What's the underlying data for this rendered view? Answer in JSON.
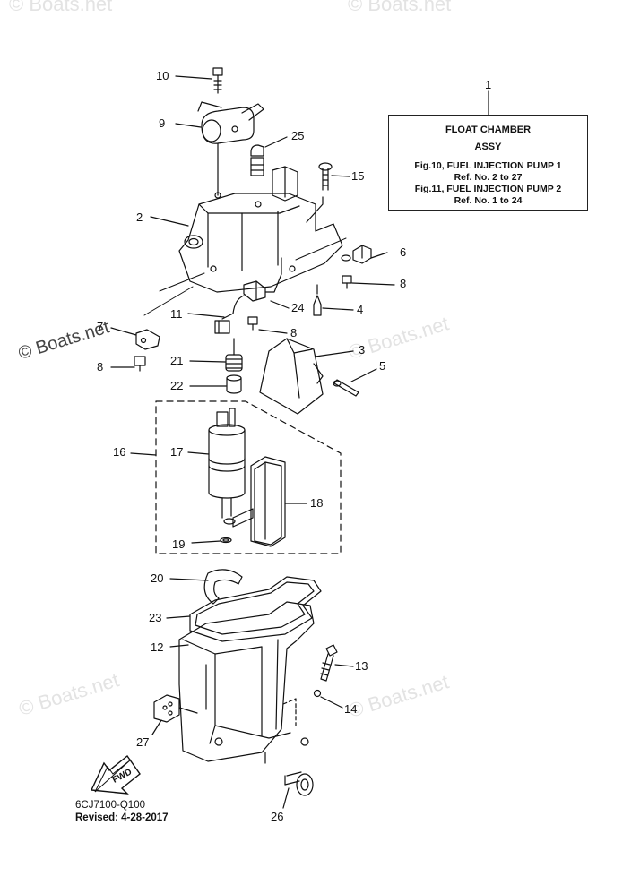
{
  "title_box": {
    "title": "FLOAT CHAMBER",
    "subtitle": "ASSY",
    "line1": "Fig.10, FUEL INJECTION PUMP 1",
    "line2": "Ref. No. 2 to 27",
    "line3": "Fig.11, FUEL INJECTION PUMP 2",
    "line4": "Ref. No. 1 to 24"
  },
  "callouts": {
    "n1": "1",
    "n2": "2",
    "n3": "3",
    "n4": "4",
    "n5": "5",
    "n6": "6",
    "n7": "7",
    "n8a": "8",
    "n8b": "8",
    "n8c": "8",
    "n9": "9",
    "n10": "10",
    "n11": "11",
    "n12": "12",
    "n13": "13",
    "n14": "14",
    "n15": "15",
    "n16": "16",
    "n17": "17",
    "n18": "18",
    "n19": "19",
    "n20": "20",
    "n21": "21",
    "n22": "22",
    "n23": "23",
    "n24": "24",
    "n25": "25",
    "n26": "26",
    "n27": "27"
  },
  "watermark": "© Boats.net",
  "fwd_label": "FWD",
  "footer": {
    "code": "6CJ7100-Q100",
    "revised": "Revised: 4-28-2017"
  },
  "colors": {
    "line": "#111111",
    "watermark": "#e3e3e3"
  }
}
